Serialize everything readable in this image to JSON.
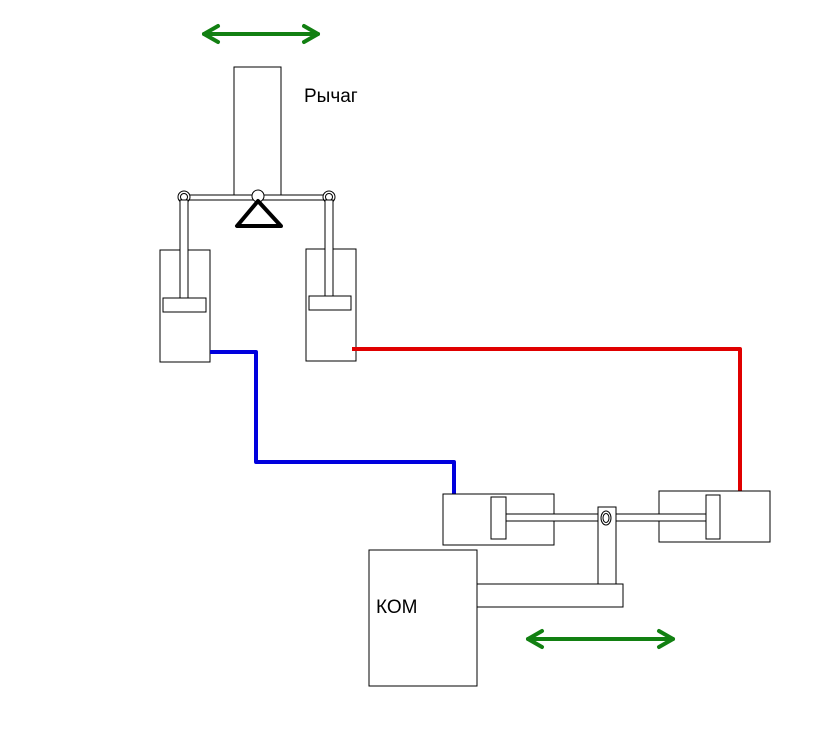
{
  "labels": {
    "lever": "Рычаг",
    "pto": "КОМ"
  },
  "colors": {
    "outline": "#000000",
    "hydraulic_line_blue": "#0000dd",
    "hydraulic_line_red": "#e00000",
    "motion_arrow": "#128012"
  },
  "icons": {
    "top_arrow": "double-arrow-horizontal",
    "bottom_arrow": "double-arrow-horizontal",
    "pivot": "triangle-fulcrum"
  }
}
